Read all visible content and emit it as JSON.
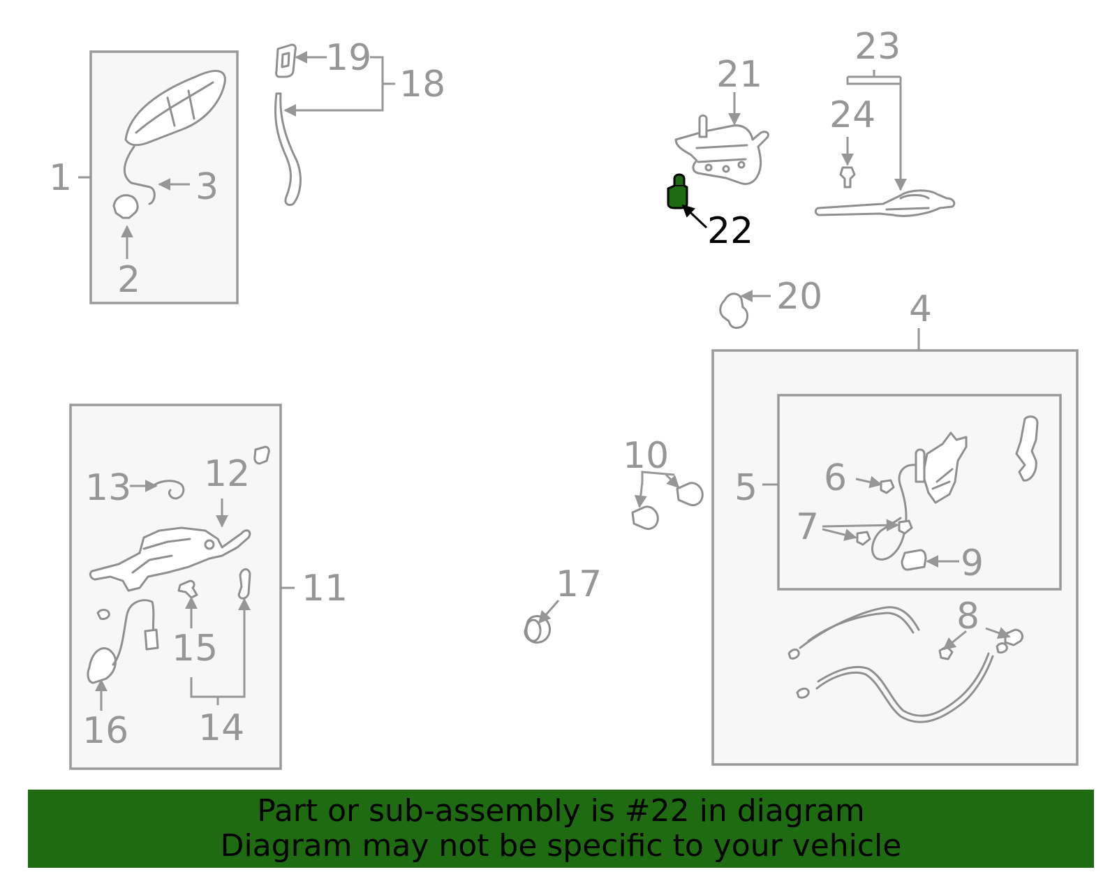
{
  "diagram": {
    "selected_callout": "22",
    "highlight_color": "#1e6b12",
    "line_color": "#969696",
    "callouts": {
      "c1": "1",
      "c2": "2",
      "c3": "3",
      "c4": "4",
      "c5": "5",
      "c6": "6",
      "c7": "7",
      "c8": "8",
      "c9": "9",
      "c10": "10",
      "c11": "11",
      "c12": "12",
      "c13": "13",
      "c14": "14",
      "c15": "15",
      "c16": "16",
      "c17": "17",
      "c18": "18",
      "c19": "19",
      "c20": "20",
      "c21": "21",
      "c22": "22",
      "c23": "23",
      "c24": "24"
    }
  },
  "banner": {
    "line1": "Part or sub-assembly is #22 in diagram",
    "line2": "Diagram may not be specific to your vehicle",
    "background": "#1e6b12"
  }
}
